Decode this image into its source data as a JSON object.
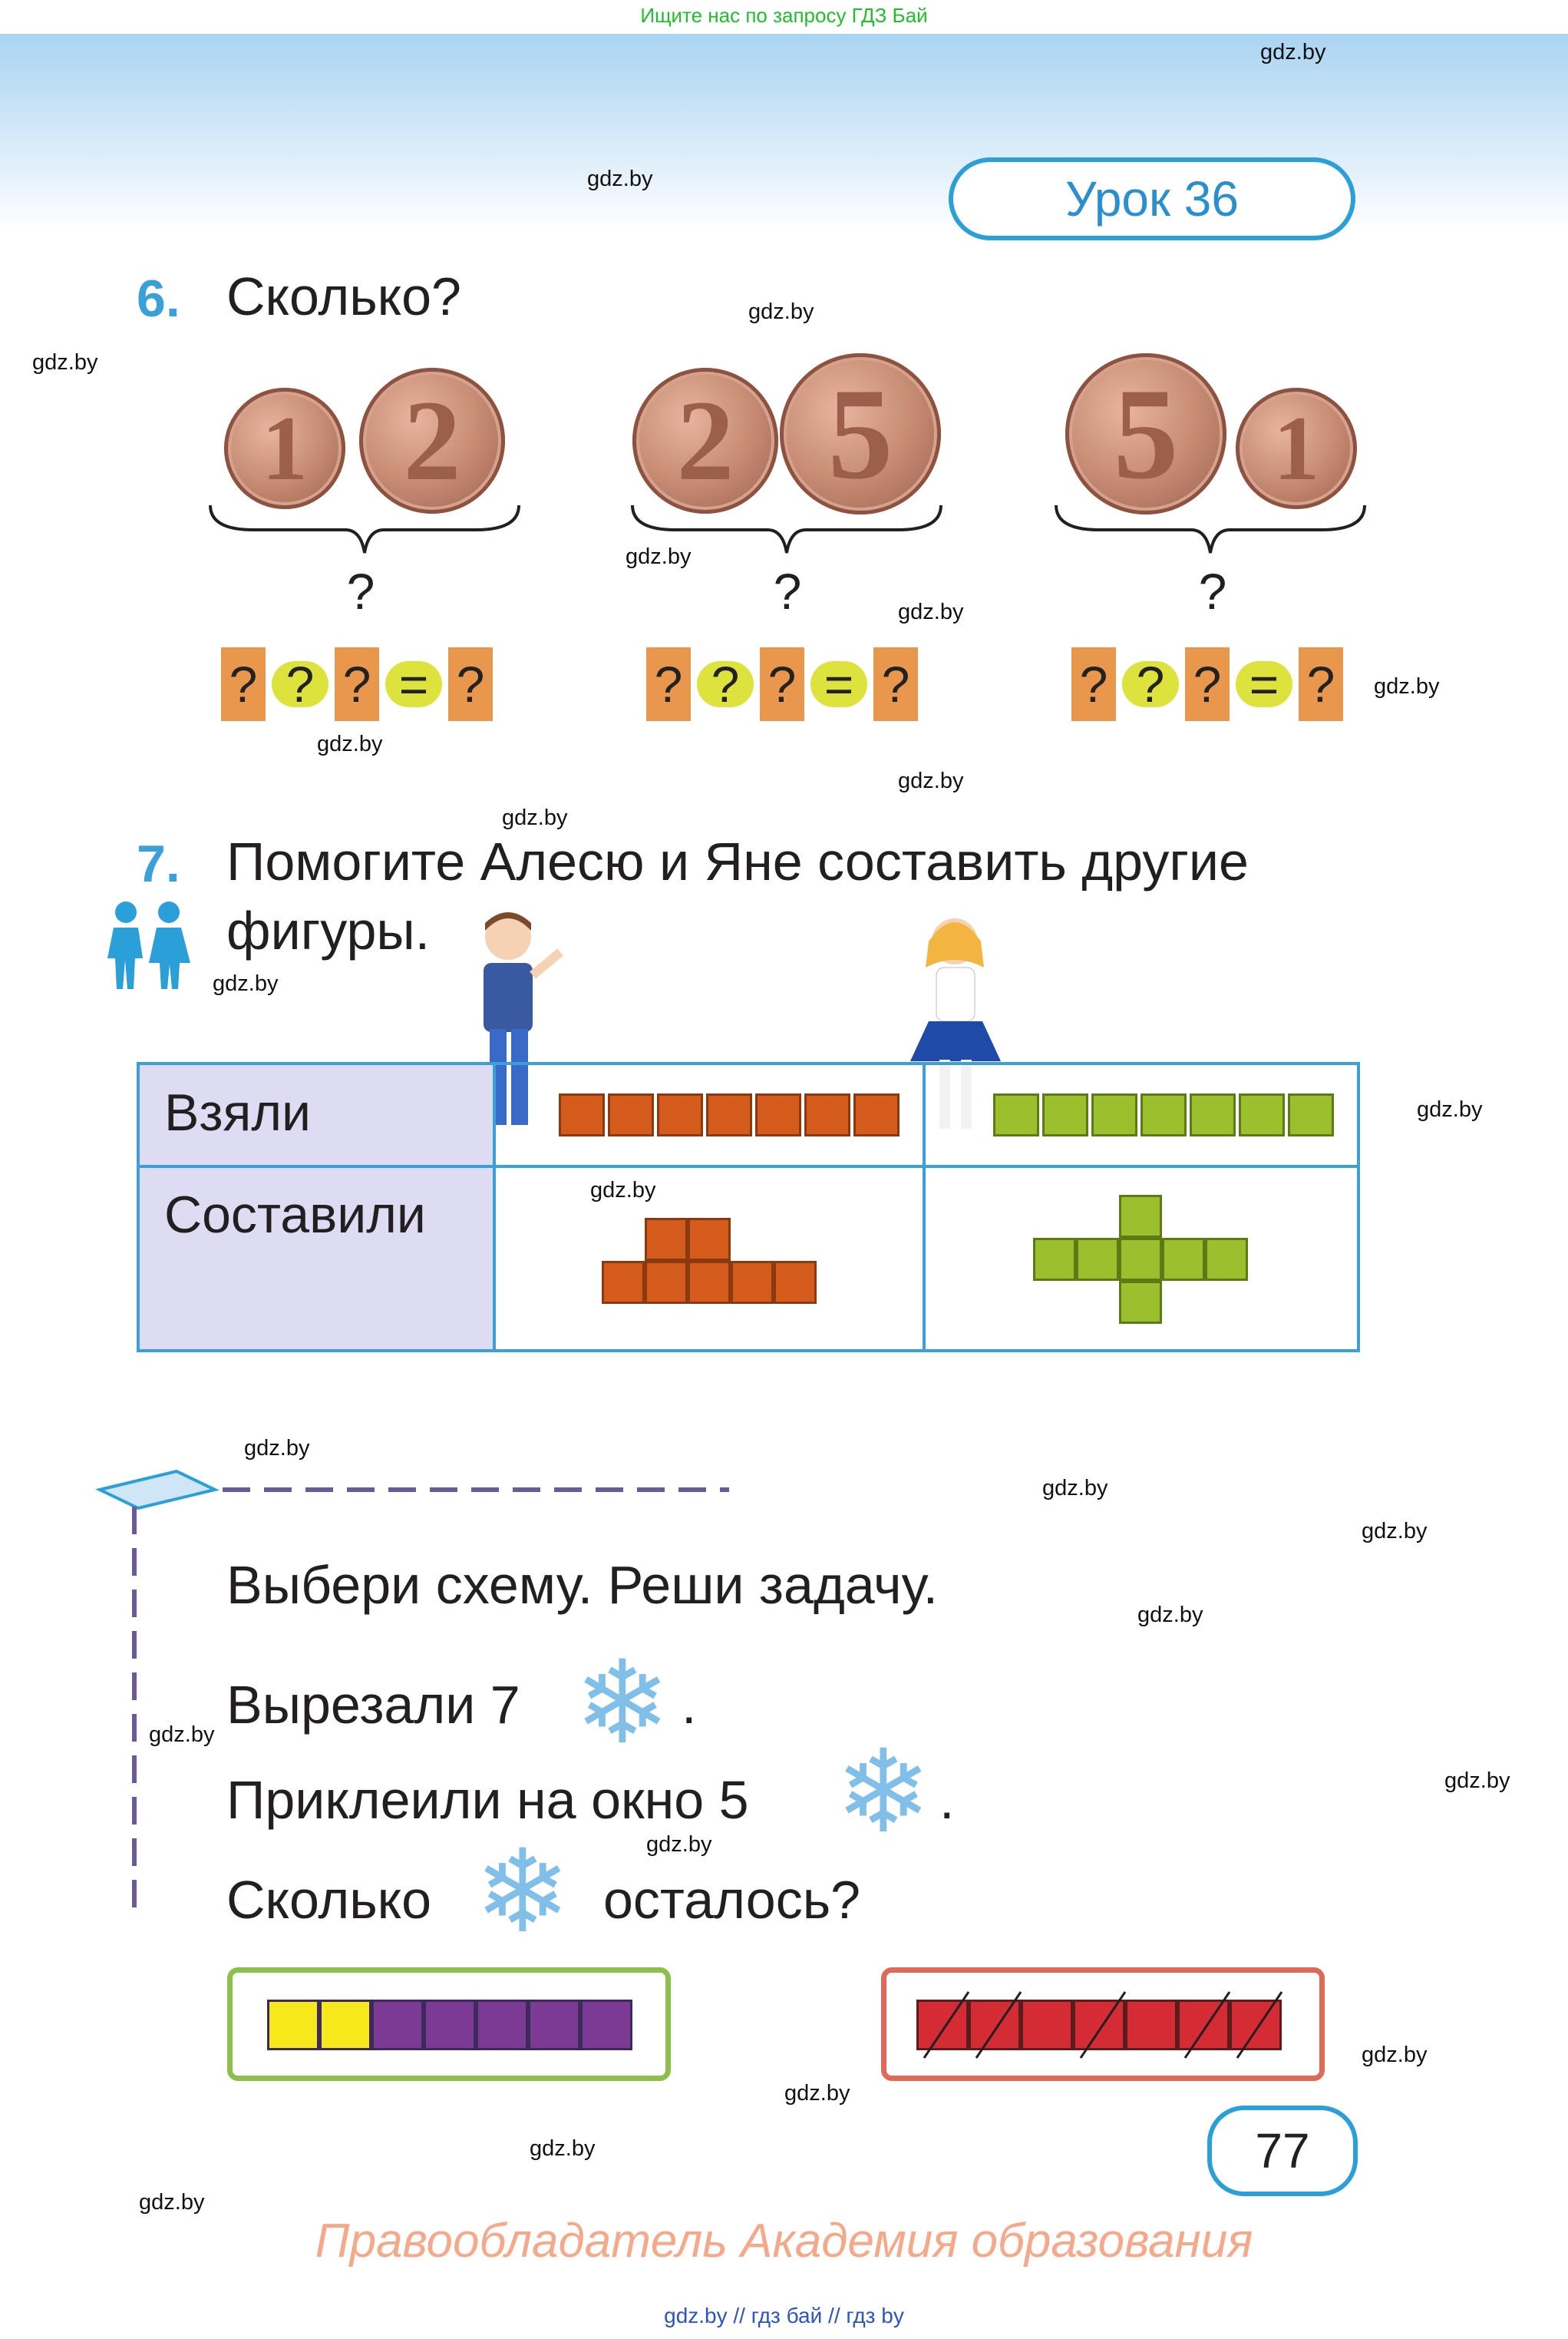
{
  "top_banner": "Ищите нас по запросу ГДЗ Бай",
  "watermark": "gdz.by",
  "lesson_label": "Урок 36",
  "task6": {
    "number": "6.",
    "title": "Сколько?",
    "groups": [
      {
        "coins": [
          "1",
          "2"
        ],
        "question": "?",
        "equation": [
          "?",
          "?",
          "?",
          "=",
          "?"
        ]
      },
      {
        "coins": [
          "2",
          "5"
        ],
        "question": "?",
        "equation": [
          "?",
          "?",
          "?",
          "=",
          "?"
        ]
      },
      {
        "coins": [
          "5",
          "1"
        ],
        "question": "?",
        "equation": [
          "?",
          "?",
          "?",
          "=",
          "?"
        ]
      }
    ]
  },
  "task7": {
    "number": "7.",
    "title_line1": "Помогите Алесю и Яне составить другие",
    "title_line2": "фигуры.",
    "row_taken": "Взяли",
    "row_made": "Составили",
    "taken_counts": {
      "orange": 7,
      "green": 7
    }
  },
  "problem": {
    "line1": "Выбери схему. Реши задачу.",
    "line2_text": "Вырезали 7",
    "line3_text": "Приклеили на окно 5",
    "line4_before": "Сколько",
    "line4_after": "осталось?",
    "punct": "."
  },
  "schemes": {
    "left": {
      "yellow": 2,
      "purple": 5,
      "border": "#8cc04a"
    },
    "right": {
      "red": 7,
      "crossed": 5,
      "border": "#e06a55"
    }
  },
  "page_number": "77",
  "rights_holder": "Правообладатель Академия образования",
  "footer": "gdz.by // гдз бай // гдз by"
}
